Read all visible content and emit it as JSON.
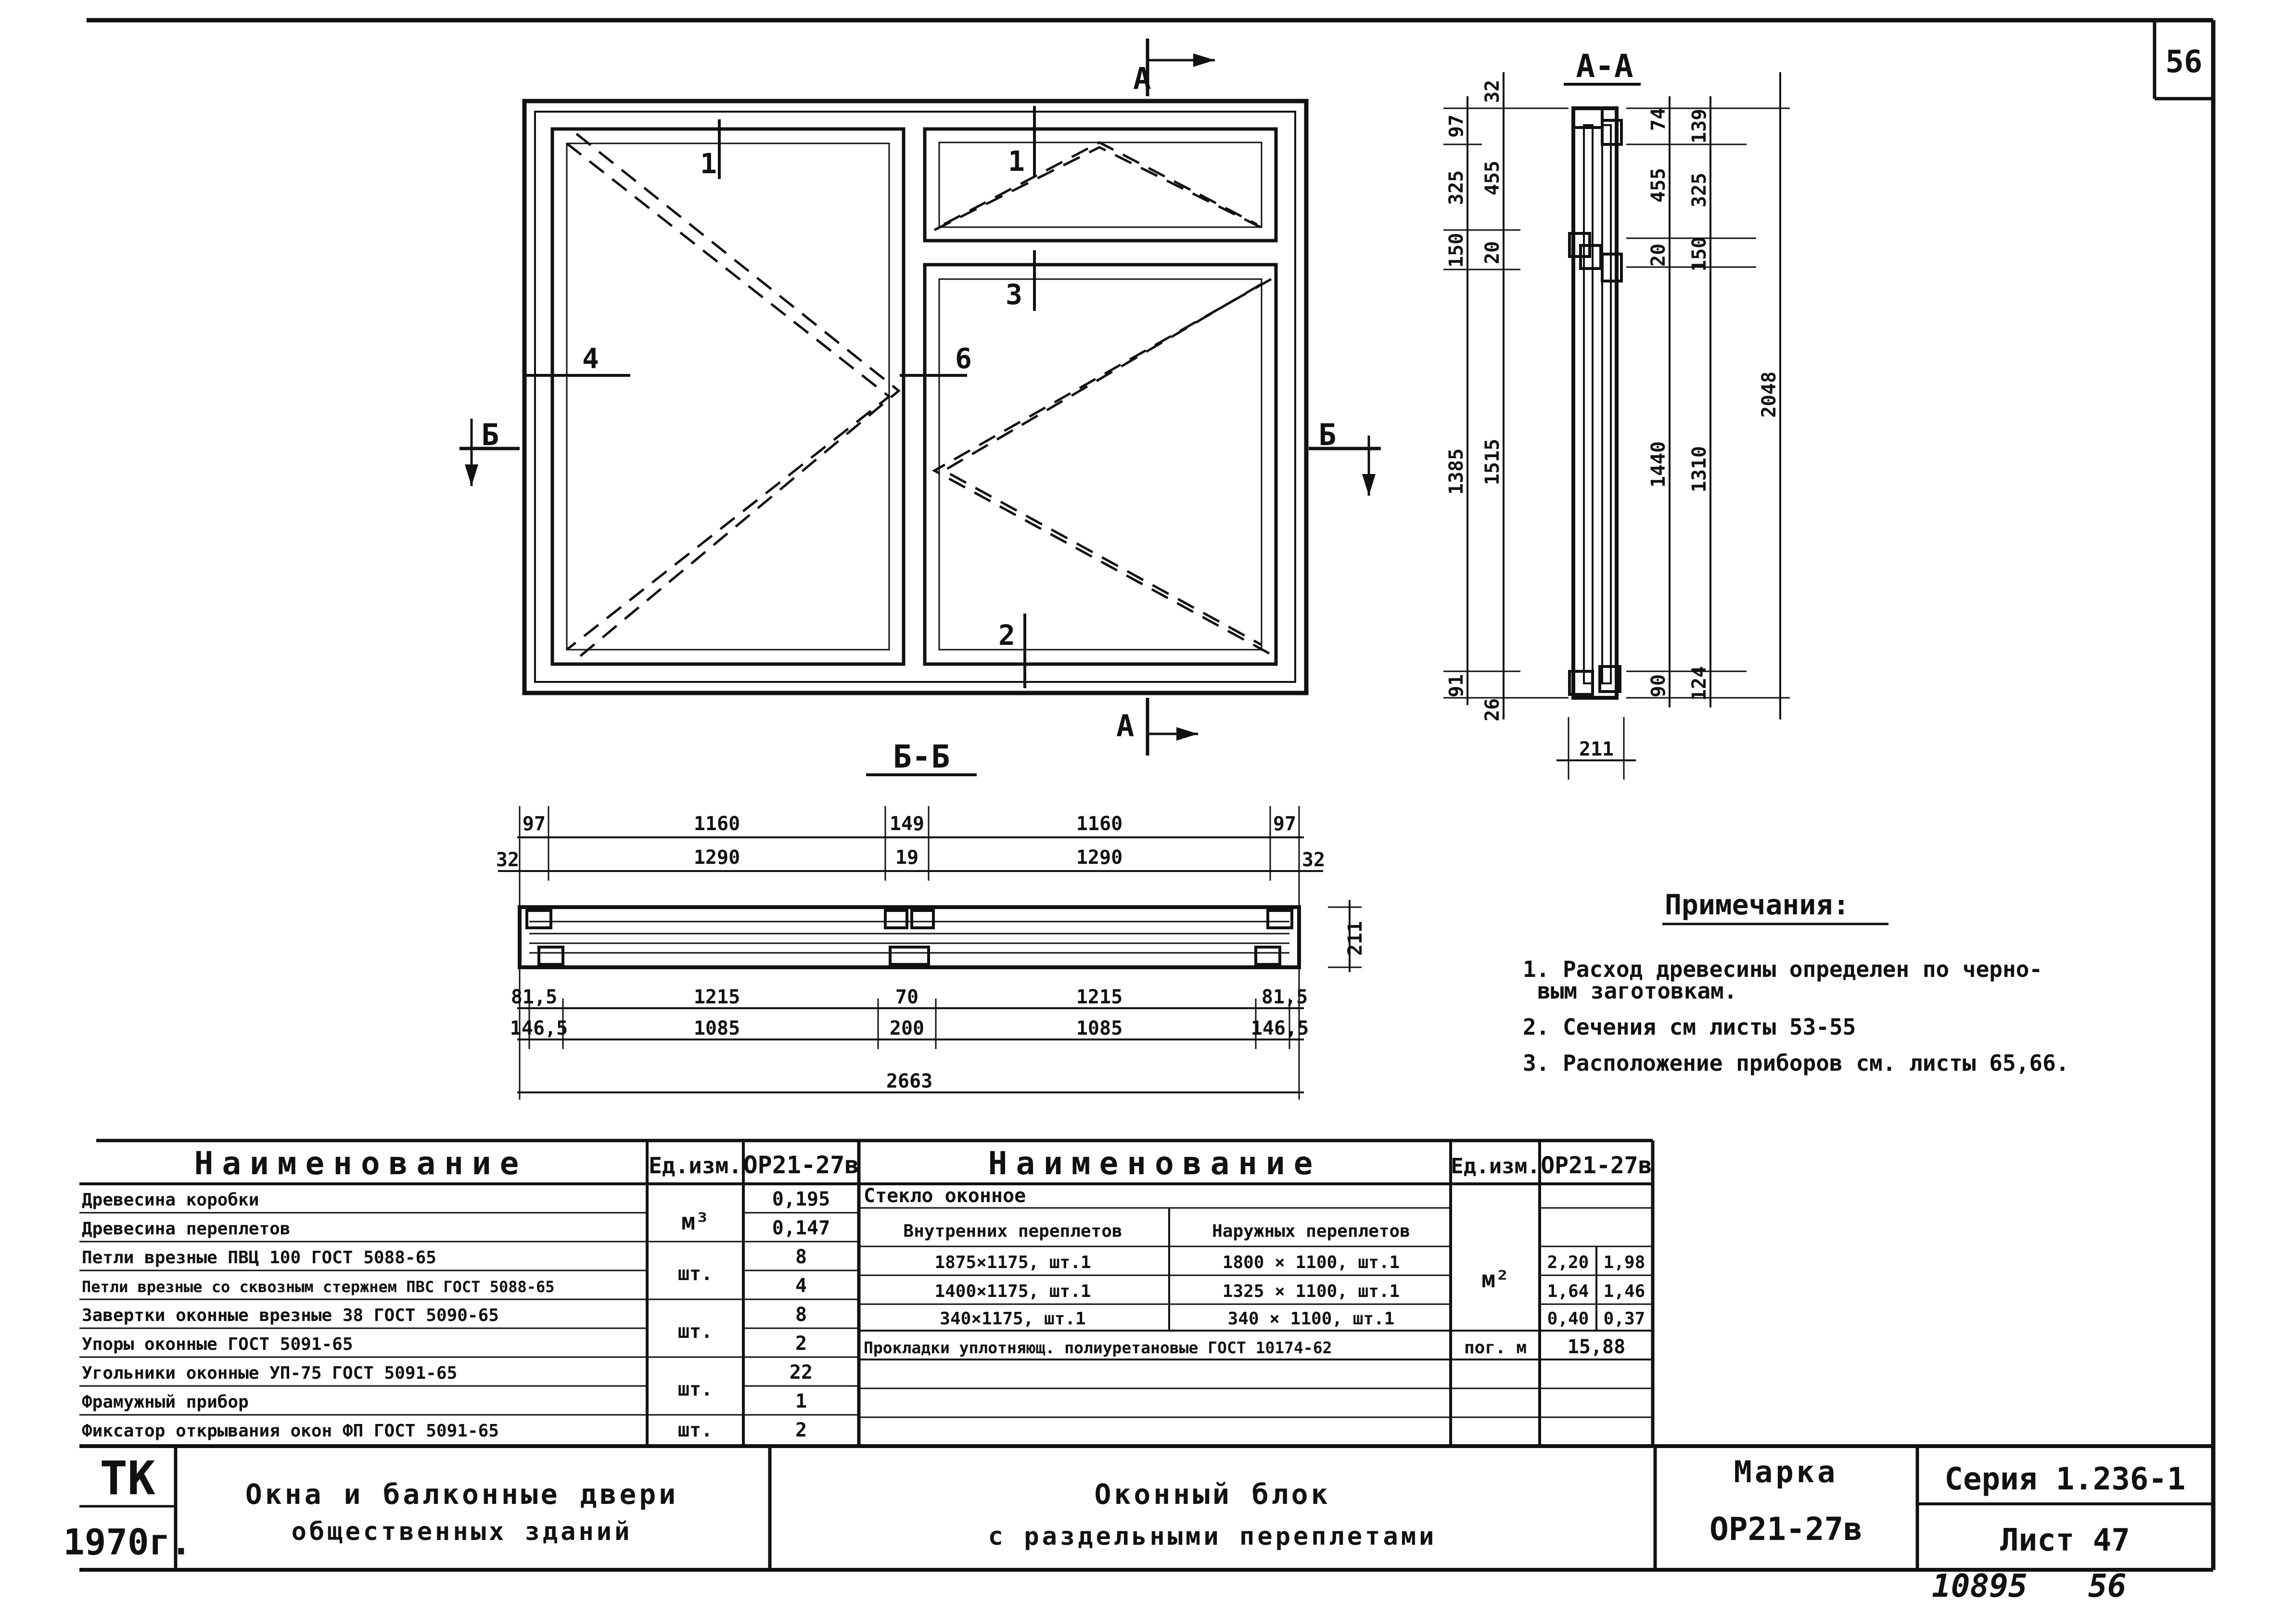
{
  "sheet": {
    "page_number": "56",
    "stamp_number": "10895",
    "stamp_page": "56"
  },
  "elevation": {
    "labels": {
      "section_a_top": "А",
      "section_a_bottom": "А",
      "section_b_left": "Б",
      "section_b_right": "Б",
      "callout_1a": "1",
      "callout_1b": "1",
      "callout_2": "2",
      "callout_3": "3",
      "callout_4": "4",
      "callout_6": "6"
    }
  },
  "section_aa": {
    "title": "А-А",
    "dims_left": [
      "97",
      "325",
      "150",
      "1385",
      "91",
      "32",
      "455",
      "20",
      "1515",
      "26"
    ],
    "dims_right": [
      "74",
      "455",
      "20",
      "1440",
      "90",
      "139",
      "325",
      "150",
      "1310",
      "124",
      "2048"
    ],
    "width": "211"
  },
  "section_bb": {
    "title": "Б-Б",
    "row1": [
      "97",
      "1160",
      "149",
      "1160",
      "97"
    ],
    "row2": [
      "32",
      "1290",
      "19",
      "1290",
      "32"
    ],
    "height": "211",
    "row3": [
      "81,5",
      "1215",
      "70",
      "1215",
      "81,5"
    ],
    "row4": [
      "146,5",
      "1085",
      "200",
      "1085",
      "146,5"
    ],
    "total": "2663"
  },
  "notes": {
    "heading": "Примечания:",
    "items": [
      "1. Расход древесины определен по черно-",
      "вым заготовкам.",
      "2. Сечения см листы 53-55",
      "3. Расположение приборов см. листы 65,66."
    ]
  },
  "table_left": {
    "headers": [
      "Наименование",
      "Ед.изм.",
      "ОР21-27в"
    ],
    "rows": [
      [
        "Древесина коробки",
        "",
        "0,195"
      ],
      [
        "Древесина переплетов",
        "м³",
        "0,147"
      ],
      [
        "Петли врезные ПВЦ 100 ГОСТ 5088-65",
        "",
        "8"
      ],
      [
        "Петли врезные со сквозным стержнем ПВС ГОСТ 5088-65",
        "шт.",
        "4"
      ],
      [
        "Завертки оконные врезные 38 ГОСТ 5090-65",
        "",
        "8"
      ],
      [
        "Упоры оконные ГОСТ 5091-65",
        "шт.",
        "2"
      ],
      [
        "Угольники оконные УП-75 ГОСТ 5091-65",
        "",
        "22"
      ],
      [
        "Фрамужный прибор",
        "шт.",
        "1"
      ],
      [
        "Фиксатор открывания окон ФП ГОСТ 5091-65",
        "шт.",
        "2"
      ]
    ]
  },
  "table_right": {
    "headers": [
      "Наименование",
      "Ед.изм.",
      "ОР21-27в"
    ],
    "glass_title": "Стекло оконное",
    "sub_headers": [
      "Внутренних переплетов",
      "Наружных переплетов"
    ],
    "rows": [
      [
        "1875×1175, шт.1",
        "1800 × 1100, шт.1",
        "2,20",
        "1,98"
      ],
      [
        "1400×1175, шт.1",
        "1325 × 1100, шт.1",
        "1,64",
        "1,46"
      ],
      [
        "340×1175, шт.1",
        "340 × 1100, шт.1",
        "0,40",
        "0,37"
      ]
    ],
    "unit_glass": "м²",
    "gasket": "Прокладки уплотняющ. полиуретановые ГОСТ 10174-62",
    "gasket_unit": "пог. м",
    "gasket_value": "15,88"
  },
  "title_block": {
    "org": "ТК",
    "year": "1970г.",
    "subject_line1": "Окна и балконные двери",
    "subject_line2": "общественных зданий",
    "item_line1": "Оконный блок",
    "item_line2": "с раздельными переплетами",
    "mark_label": "Марка",
    "mark_value": "ОР21-27в",
    "series": "Серия 1.236-1",
    "sheet": "Лист 47"
  }
}
